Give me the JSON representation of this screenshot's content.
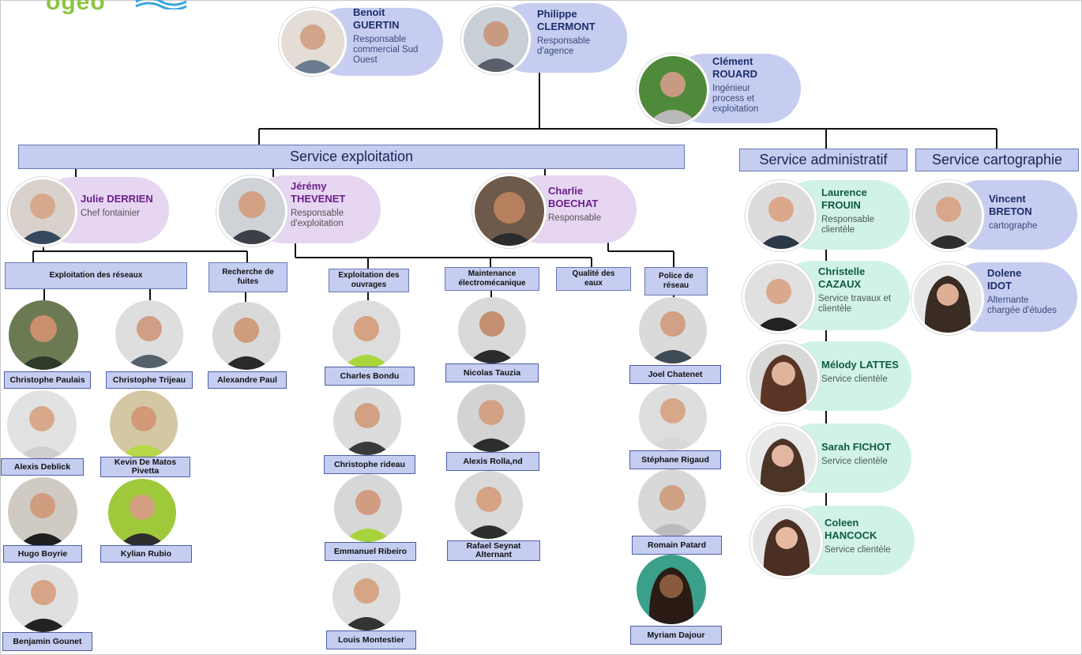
{
  "logo": {
    "text": "ogéo"
  },
  "colors": {
    "card_blue": "#c6cdf1",
    "card_pink": "#e6d6f1",
    "card_green": "#d1f3e6",
    "box_blue": "#c5cdf0"
  },
  "management": [
    {
      "id": "guertin",
      "first": "Benoit",
      "last": "GUERTIN",
      "role": "Responsable\ncommercial Sud\nOuest"
    },
    {
      "id": "clermont",
      "first": "Philippe",
      "last": "CLERMONT",
      "role": "Responsable\nd'agence"
    },
    {
      "id": "rouard",
      "first": "Clément",
      "last": "ROUARD",
      "role": "Ingénieur\nprocess et\nexploitation"
    }
  ],
  "services": {
    "exploitation": "Service exploitation",
    "administratif": "Service administratif",
    "cartographie": "Service cartographie"
  },
  "managers": {
    "derrien": {
      "name": "Julie DERRIEN",
      "role": "Chef fontainier"
    },
    "thevenet": {
      "name": "Jérémy\nTHEVENET",
      "role": "Responsable\nd'exploitation"
    },
    "boechat": {
      "name": "Charlie\nBOECHAT",
      "role": "Responsable"
    }
  },
  "admin_staff": [
    {
      "name": "Laurence\nFROUIN",
      "role": "Responsable\nclientèle"
    },
    {
      "name": "Christelle\nCAZAUX",
      "role": "Service travaux et\nclientèle"
    },
    {
      "name": "Mélody LATTES",
      "role": "Service clientèle"
    },
    {
      "name": "Sarah FICHOT",
      "role": "Service clientèle"
    },
    {
      "name": "Coleen\nHANCOCK",
      "role": "Service clientèle"
    }
  ],
  "carto_staff": [
    {
      "name": "Vincent\nBRETON",
      "role": "cartographe"
    },
    {
      "name": "Dolene\nIDOT",
      "role": "Alternante\nchargée d'études"
    }
  ],
  "teams": {
    "reseaux": "Exploitation des réseaux",
    "fuites": "Recherche de\nfuites",
    "ouvrages": "Exploitation des\nouvrages",
    "maintenance": "Maintenance\nélectromécanique",
    "qualite": "Qualité des\neaux",
    "police": "Police de\nréseau"
  },
  "members": {
    "paulais": "Christophe Paulais",
    "trijeau": "Christophe Trijeau",
    "deblick": "Alexis Deblick",
    "pivetta": "Kevin De Matos\nPivetta",
    "boyrie": "Hugo Boyrie",
    "rubio": "Kylian Rubio",
    "gounet": "Benjamin  Gounet",
    "paul": "Alexandre Paul",
    "bondu": "Charles Bondu",
    "rideau": "Christophe rideau",
    "ribeiro": "Emmanuel Ribeiro",
    "montestier": "Louis Montestier",
    "tauzia": "Nicolas Tauzia",
    "rolland": "Alexis Rolla,nd",
    "seynat": "Rafael Seynat\nAlternant",
    "chatenet": "Joel Chatenet",
    "rigaud": "Stéphane Rigaud",
    "patard": "Romain Patard",
    "dajour": "Myriam Dajour"
  }
}
